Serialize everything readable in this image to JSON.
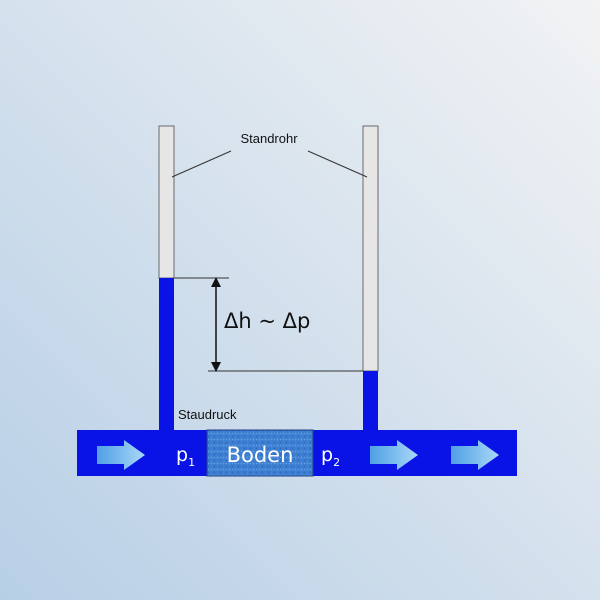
{
  "labels": {
    "standrohr": "Standrohr",
    "staudruck": "Staudruck",
    "delta": "Δh ~ Δp",
    "boden": "Boden",
    "p1": "p",
    "p1_sub": "1",
    "p2": "p",
    "p2_sub": "2"
  },
  "colors": {
    "water": "#0a13e6",
    "tube_empty": "#e6e6e6",
    "soil": "#3f82d6",
    "arrow": "#6fb3ea",
    "background_start": "#f2f2f2",
    "background_end": "#b9d1e8"
  },
  "icons": [
    "flow-arrow-icon",
    "double-arrow-icon"
  ]
}
